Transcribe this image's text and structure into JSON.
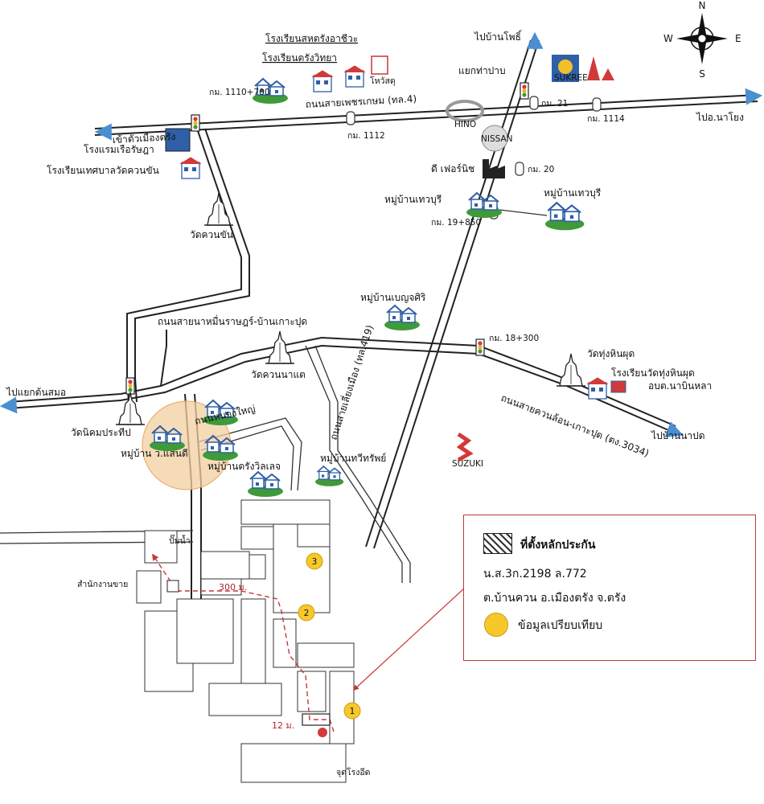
{
  "compass": {
    "n": "N",
    "s": "S",
    "e": "E",
    "w": "W"
  },
  "roads": {
    "r4": "ถนนสายเพชรเกษม (ทล.4)",
    "r419": "ถนนสายเลี่ยงเมือง (ทล.419)",
    "r3034": "ถนนสายควนล้อน-เกาะปุด (ตง.3034)",
    "kp": "ถนนสายนาหมื่นราษฎร์-บ้านเกาะปุด",
    "side": "ถนนหนองใหญ่"
  },
  "directions": {
    "to_city": "เข้าตัวเมืองตรัง",
    "to_naiyong": "ไปอ.นาโยง",
    "to_ban_pho": "ไปบ้านโพธิ์",
    "to_kon_samor": "ไปแยกต้นสมอ",
    "to_na_pud": "ไปบ้านนาปด"
  },
  "km": {
    "k1110": "กม. 1110+700",
    "k1112": "กม. 1112",
    "k21": "กม. 21",
    "k1114": "กม. 1114",
    "k20": "กม. 20",
    "k19": "กม. 19+850",
    "k18": "กม. 18+300"
  },
  "places": {
    "school_sahakorn": "โรงเรียนสหตรังอาชีวะ",
    "school_trang": "โรงเรียนตรังวิทยา",
    "tvet": "โหวัสดุ",
    "hotel": "โรงแรมเรือรัษฎา",
    "school_watkhuan": "โรงเรียนเทศบาลวัดควนขัน",
    "wat_khuankhan": "วัดควนขัน",
    "junction_thapab": "แยกท่าปาบ",
    "sukree": "SUKREE",
    "hino": "HINO",
    "nissan": "NISSAN",
    "d_furniture": "ดี เฟอร์นิช",
    "vil_thewaburi": "หมู่บ้านเทวบุรี",
    "vil_thewaburi2": "หมู่บ้านเทวบุรี",
    "vil_benchasiri": "หมู่บ้านเบญจศิริ",
    "wat_khuannatae": "วัดควนนาแต",
    "wat_thungphinphut": "วัดทุ่งหินผุด",
    "school_thungphinphut": "โรงเรียนวัดทุ่งหินผุด",
    "obt": "อบต.นาบินหลา",
    "wat_nikhom": "วัดนิคมประทีป",
    "vil_wsan": "หมู่บ้าน ว.แสนดี",
    "vil_trangwilej": "หมู่บ้านตรังวิลเลจ",
    "vil_thawiphat": "หมู่บ้านทวีทรัพย์",
    "suzuki": "SUZUKI",
    "pump": "ปั๊มน้ำ",
    "sales_office": "สำนักงานขาย",
    "viewpoint": "จุดโรงอีด"
  },
  "measures": {
    "m300": "300 ม.",
    "m12": "12 ม."
  },
  "markers": [
    "1",
    "2",
    "3"
  ],
  "legend": {
    "title": "ที่ตั้งหลักประกัน",
    "line1": "น.ส.3ก.2198 ล.772",
    "line2": "ต.บ้านควน อ.เมืองตรัง จ.ตรัง",
    "compare": "ข้อมูลเปรียบเทียบ"
  },
  "colors": {
    "marker": "#f6c82a",
    "red_route": "#c8373b",
    "house_green": "#3f9a3a",
    "house_blue": "#2f5fa6",
    "circle_fill": "#f3cfa0",
    "arrow": "#4a8fd0"
  }
}
